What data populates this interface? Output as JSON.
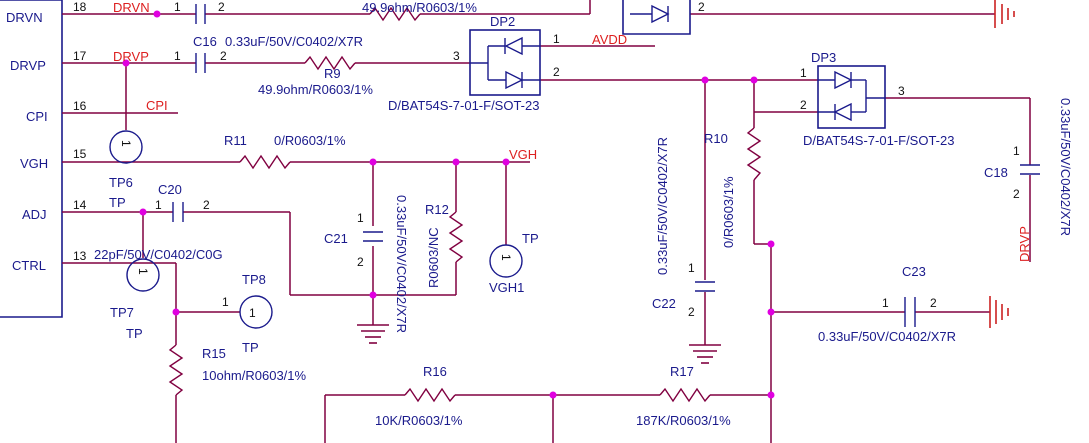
{
  "ic_pins": [
    {
      "name": "DRVN",
      "num": "18"
    },
    {
      "name": "DRVP",
      "num": "17"
    },
    {
      "name": "CPI",
      "num": "16"
    },
    {
      "name": "VGH",
      "num": "15"
    },
    {
      "name": "ADJ",
      "num": "14"
    },
    {
      "name": "CTRL",
      "num": "13"
    }
  ],
  "nets": {
    "drvn": "DRVN",
    "drvp": "DRVP",
    "cpi": "CPI",
    "vgh": "VGH",
    "avdd": "AVDD",
    "drvp_vertical": "DRVP"
  },
  "components": {
    "c16": {
      "ref": "C16",
      "value": "0.33uF/50V/C0402/X7R",
      "p1": "1",
      "p2": "2"
    },
    "c_top": {
      "p1": "1",
      "p2": "2"
    },
    "r_top": {
      "value": "49.9ohm/R0603/1%"
    },
    "r9": {
      "ref": "R9",
      "value": "49.9ohm/R0603/1%"
    },
    "dp2": {
      "ref": "DP2",
      "value": "D/BAT54S-7-01-F/SOT-23",
      "p1": "1",
      "p2": "2",
      "p3": "3"
    },
    "dp3": {
      "ref": "DP3",
      "value": "D/BAT54S-7-01-F/SOT-23",
      "p1": "1",
      "p2": "2",
      "p3": "3"
    },
    "top_diode": {
      "p2": "2"
    },
    "r11": {
      "ref": "R11",
      "value": "0/R0603/1%"
    },
    "c20": {
      "ref": "C20",
      "value": "22pF/50V/C0402/C0G",
      "p1": "1",
      "p2": "2"
    },
    "c21": {
      "ref": "C21",
      "value": "0.33uF/50V/C0402/X7R",
      "p1": "1",
      "p2": "2"
    },
    "r12": {
      "ref": "R12",
      "value": "R0603/NC"
    },
    "r10": {
      "ref": "R10",
      "value": "0/R0603/1%"
    },
    "c22": {
      "ref": "C22",
      "value": "0.33uF/50V/C0402/X7R",
      "p1": "1",
      "p2": "2"
    },
    "c18": {
      "ref": "C18",
      "value": "0.33uF/50V/C0402/X7R",
      "p1": "1",
      "p2": "2"
    },
    "c23": {
      "ref": "C23",
      "value": "0.33uF/50V/C0402/X7R",
      "p1": "1",
      "p2": "2"
    },
    "r15": {
      "ref": "R15",
      "value": "10ohm/R0603/1%"
    },
    "r16": {
      "ref": "R16",
      "value": "10K/R0603/1%"
    },
    "r17": {
      "ref": "R17",
      "value": "187K/R0603/1%"
    }
  },
  "testpoints": {
    "tp_cpi": {
      "pin": "1"
    },
    "tp6": {
      "ref": "TP6",
      "type": "TP"
    },
    "tp7": {
      "ref": "TP7",
      "type": "TP",
      "pin": "1"
    },
    "tp8": {
      "ref": "TP8",
      "type": "TP",
      "pin": "1",
      "pin_label": "1"
    },
    "vgh1": {
      "ref": "VGH1",
      "type": "TP",
      "pin": "1"
    }
  }
}
